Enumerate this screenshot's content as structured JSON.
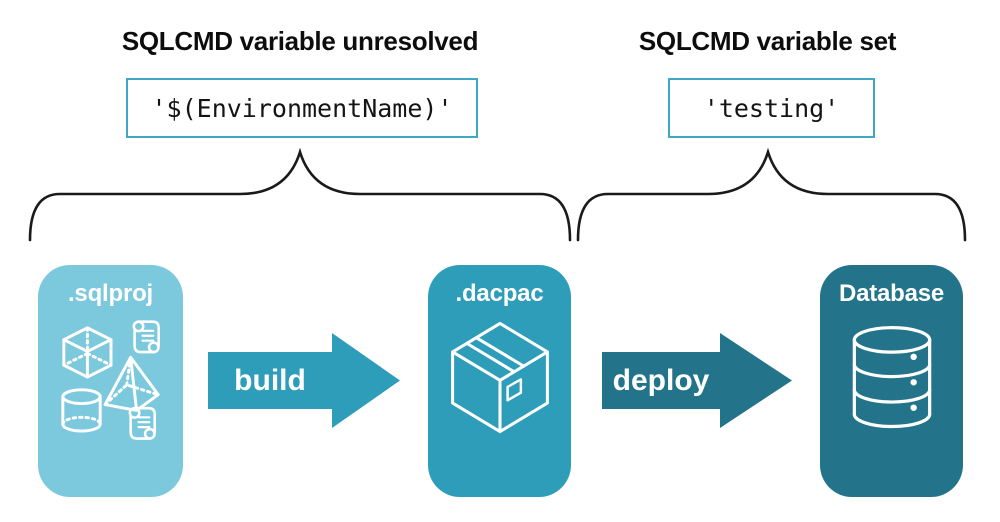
{
  "annotations": {
    "unresolved": {
      "title": "SQLCMD variable unresolved",
      "code": "'$(EnvironmentName)'"
    },
    "resolved": {
      "title": "SQLCMD variable set",
      "code": "'testing'"
    }
  },
  "pipeline": {
    "stages": [
      {
        "label": ".sqlproj",
        "icon": "sql-project-objects-icon",
        "color": "#7cc9dd"
      },
      {
        "label": ".dacpac",
        "icon": "package-box-icon",
        "color": "#2e9dba"
      },
      {
        "label": "Database",
        "icon": "database-cylinder-icon",
        "color": "#23748a"
      }
    ],
    "arrows": [
      {
        "label": "build",
        "color": "#2e9dba"
      },
      {
        "label": "deploy",
        "color": "#23748a"
      }
    ]
  },
  "colors": {
    "background": "#ffffff",
    "heading_text": "#0d0d0d",
    "code_text": "#141414",
    "code_box_border": "#3fa7c3",
    "brace_stroke": "#1a1a1a",
    "icon_stroke": "#ffffff"
  }
}
